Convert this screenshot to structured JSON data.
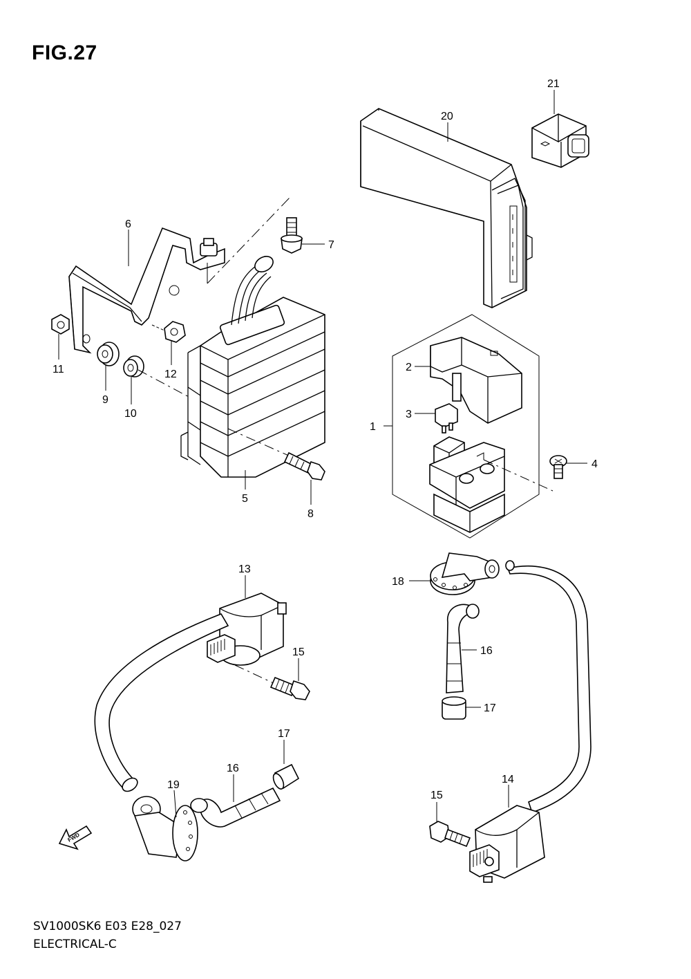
{
  "figure": {
    "title": "FIG.27"
  },
  "footer": {
    "model_code": "SV1000SK6 E03 E28_027",
    "section": "ELECTRICAL-C"
  },
  "direction_badge": {
    "text": "FWD"
  },
  "callouts": [
    {
      "id": "c1",
      "label": "1"
    },
    {
      "id": "c2",
      "label": "2"
    },
    {
      "id": "c3",
      "label": "3"
    },
    {
      "id": "c4",
      "label": "4"
    },
    {
      "id": "c5",
      "label": "5"
    },
    {
      "id": "c6",
      "label": "6"
    },
    {
      "id": "c7",
      "label": "7"
    },
    {
      "id": "c8",
      "label": "8"
    },
    {
      "id": "c9",
      "label": "9"
    },
    {
      "id": "c10",
      "label": "10"
    },
    {
      "id": "c11",
      "label": "11"
    },
    {
      "id": "c12",
      "label": "12"
    },
    {
      "id": "c13",
      "label": "13"
    },
    {
      "id": "c14",
      "label": "14"
    },
    {
      "id": "c15a",
      "label": "15"
    },
    {
      "id": "c15b",
      "label": "15"
    },
    {
      "id": "c16a",
      "label": "16"
    },
    {
      "id": "c16b",
      "label": "16"
    },
    {
      "id": "c17a",
      "label": "17"
    },
    {
      "id": "c17b",
      "label": "17"
    },
    {
      "id": "c18",
      "label": "18"
    },
    {
      "id": "c19",
      "label": "19"
    },
    {
      "id": "c20",
      "label": "20"
    },
    {
      "id": "c21",
      "label": "21"
    }
  ]
}
